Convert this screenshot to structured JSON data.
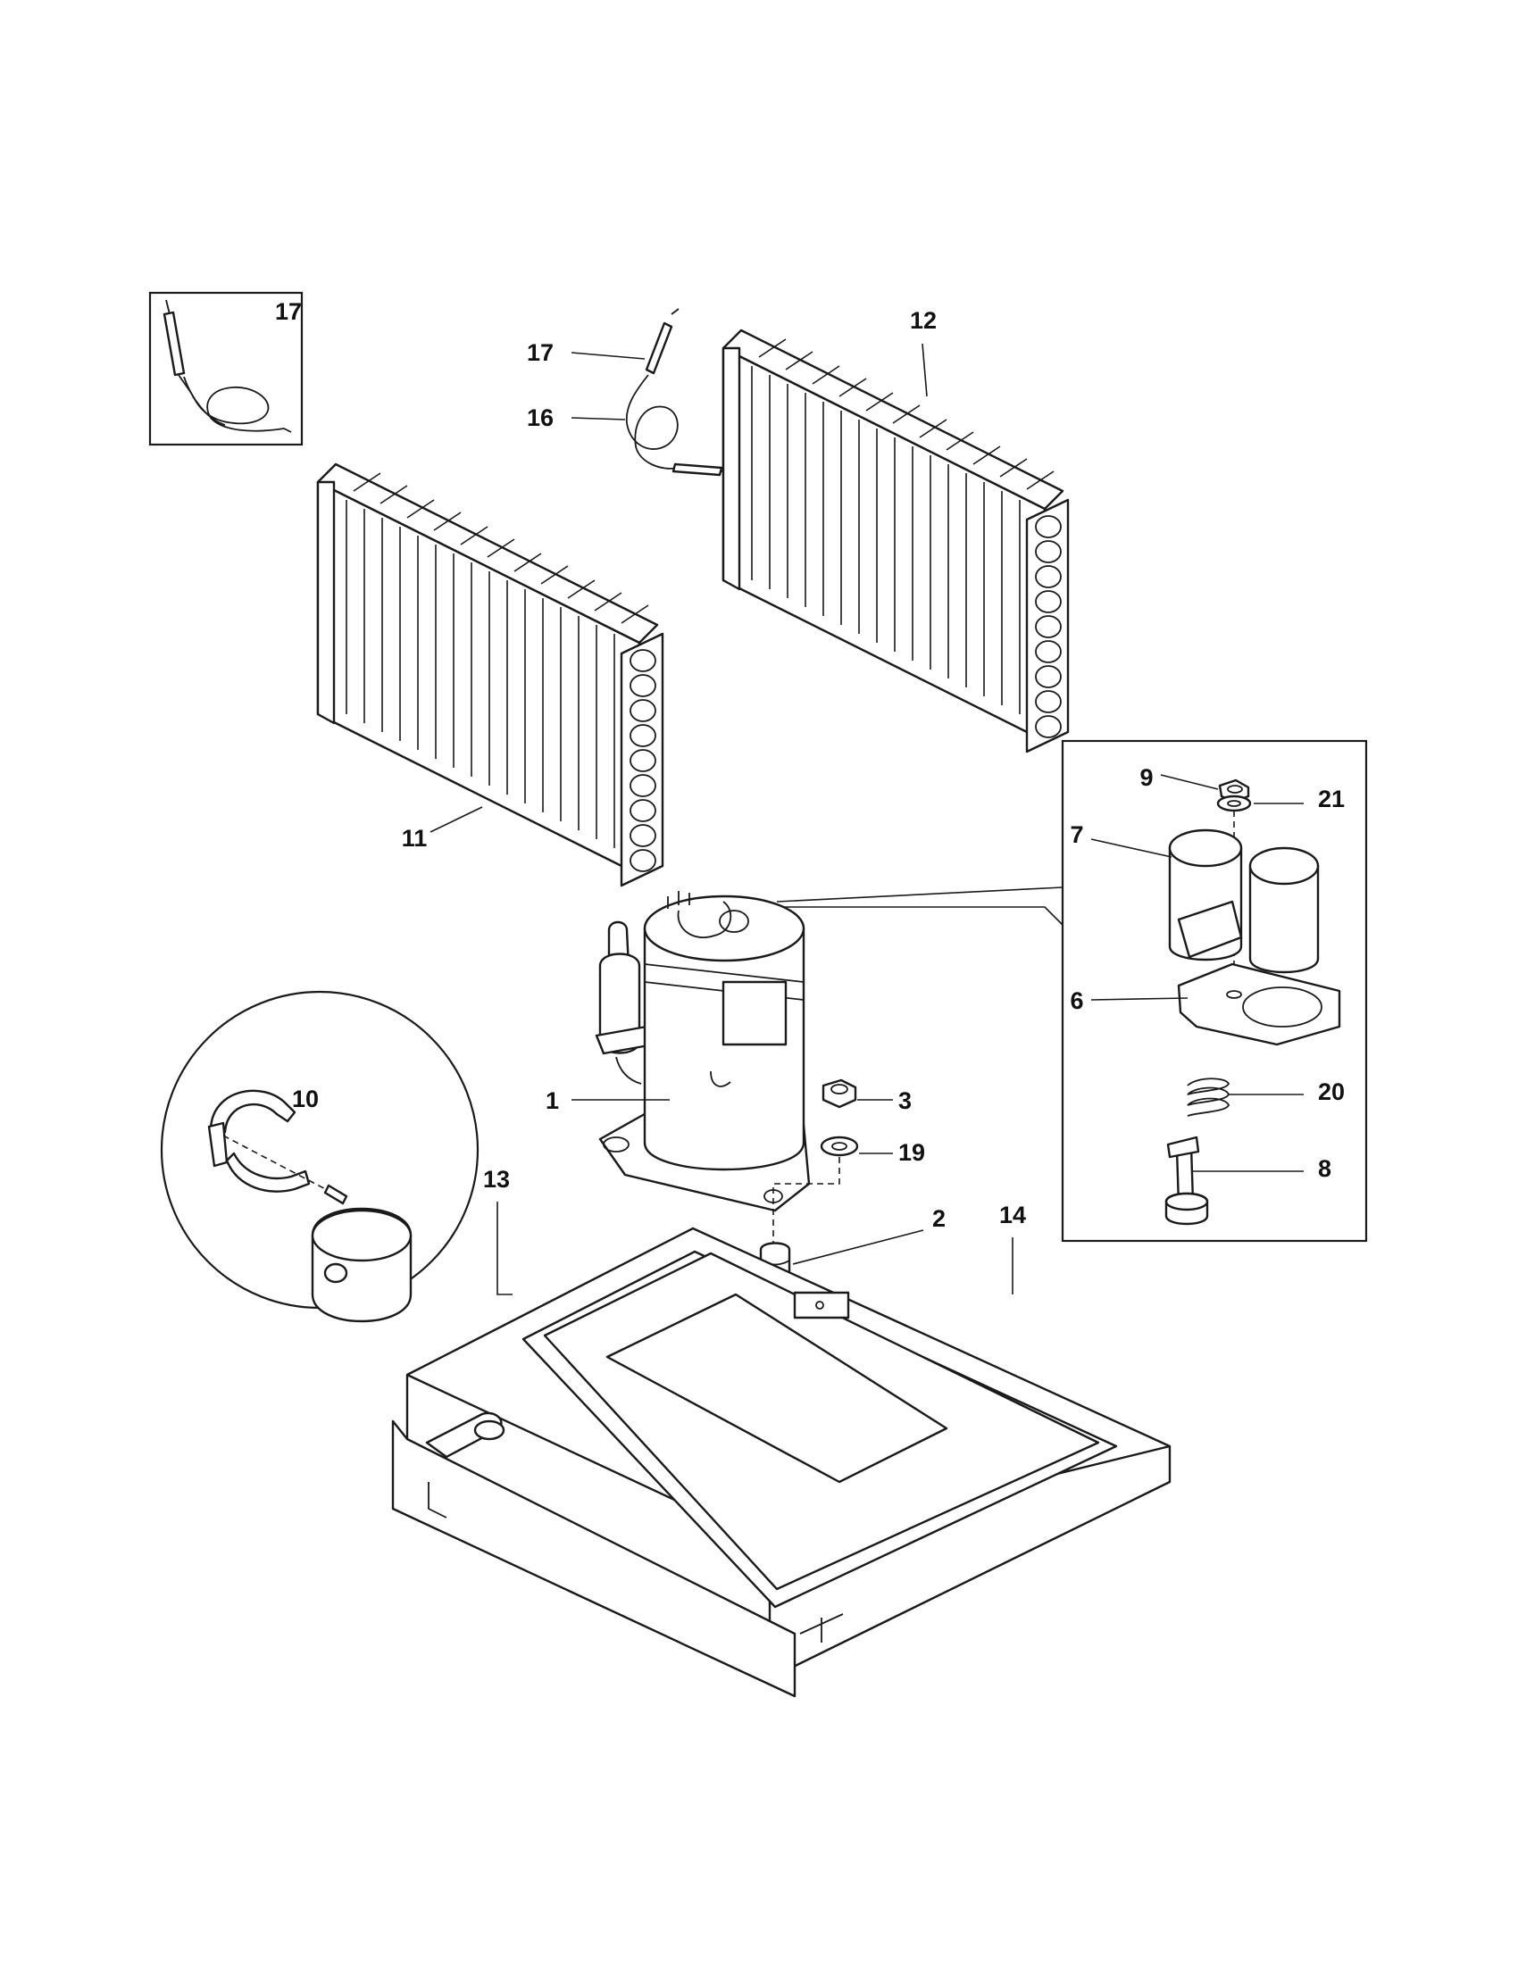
{
  "callouts": [
    {
      "id": "label-17-inset",
      "text": "17"
    },
    {
      "id": "label-17",
      "text": "17"
    },
    {
      "id": "label-16",
      "text": "16"
    },
    {
      "id": "label-12",
      "text": "12"
    },
    {
      "id": "label-11",
      "text": "11"
    },
    {
      "id": "label-9",
      "text": "9"
    },
    {
      "id": "label-21",
      "text": "21"
    },
    {
      "id": "label-7",
      "text": "7"
    },
    {
      "id": "label-6",
      "text": "6"
    },
    {
      "id": "label-20",
      "text": "20"
    },
    {
      "id": "label-8",
      "text": "8"
    },
    {
      "id": "label-10",
      "text": "10"
    },
    {
      "id": "label-1",
      "text": "1"
    },
    {
      "id": "label-3",
      "text": "3"
    },
    {
      "id": "label-19",
      "text": "19"
    },
    {
      "id": "label-2",
      "text": "2"
    },
    {
      "id": "label-13",
      "text": "13"
    },
    {
      "id": "label-14",
      "text": "14"
    }
  ]
}
